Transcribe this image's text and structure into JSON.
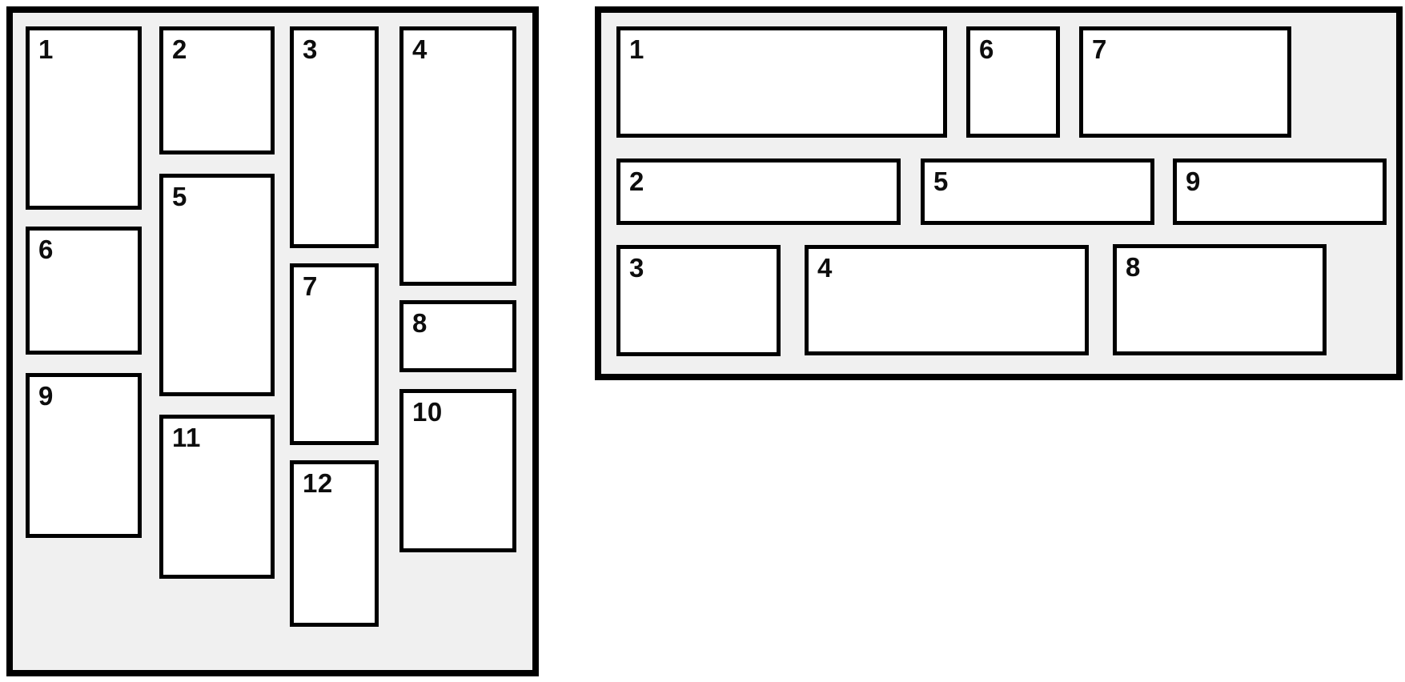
{
  "colors": {
    "panel_bg": "#f0f0f0",
    "box_bg": "#ffffff",
    "border": "#000000",
    "label": "#0d0d0d"
  },
  "left_panel": {
    "kind": "vertical-masonry-diagram",
    "items": [
      {
        "label": "1"
      },
      {
        "label": "2"
      },
      {
        "label": "3"
      },
      {
        "label": "4"
      },
      {
        "label": "5"
      },
      {
        "label": "6"
      },
      {
        "label": "7"
      },
      {
        "label": "8"
      },
      {
        "label": "9"
      },
      {
        "label": "10"
      },
      {
        "label": "11"
      },
      {
        "label": "12"
      }
    ]
  },
  "right_panel": {
    "kind": "horizontal-masonry-diagram",
    "items": [
      {
        "label": "1"
      },
      {
        "label": "2"
      },
      {
        "label": "3"
      },
      {
        "label": "4"
      },
      {
        "label": "5"
      },
      {
        "label": "6"
      },
      {
        "label": "7"
      },
      {
        "label": "8"
      },
      {
        "label": "9"
      }
    ]
  }
}
